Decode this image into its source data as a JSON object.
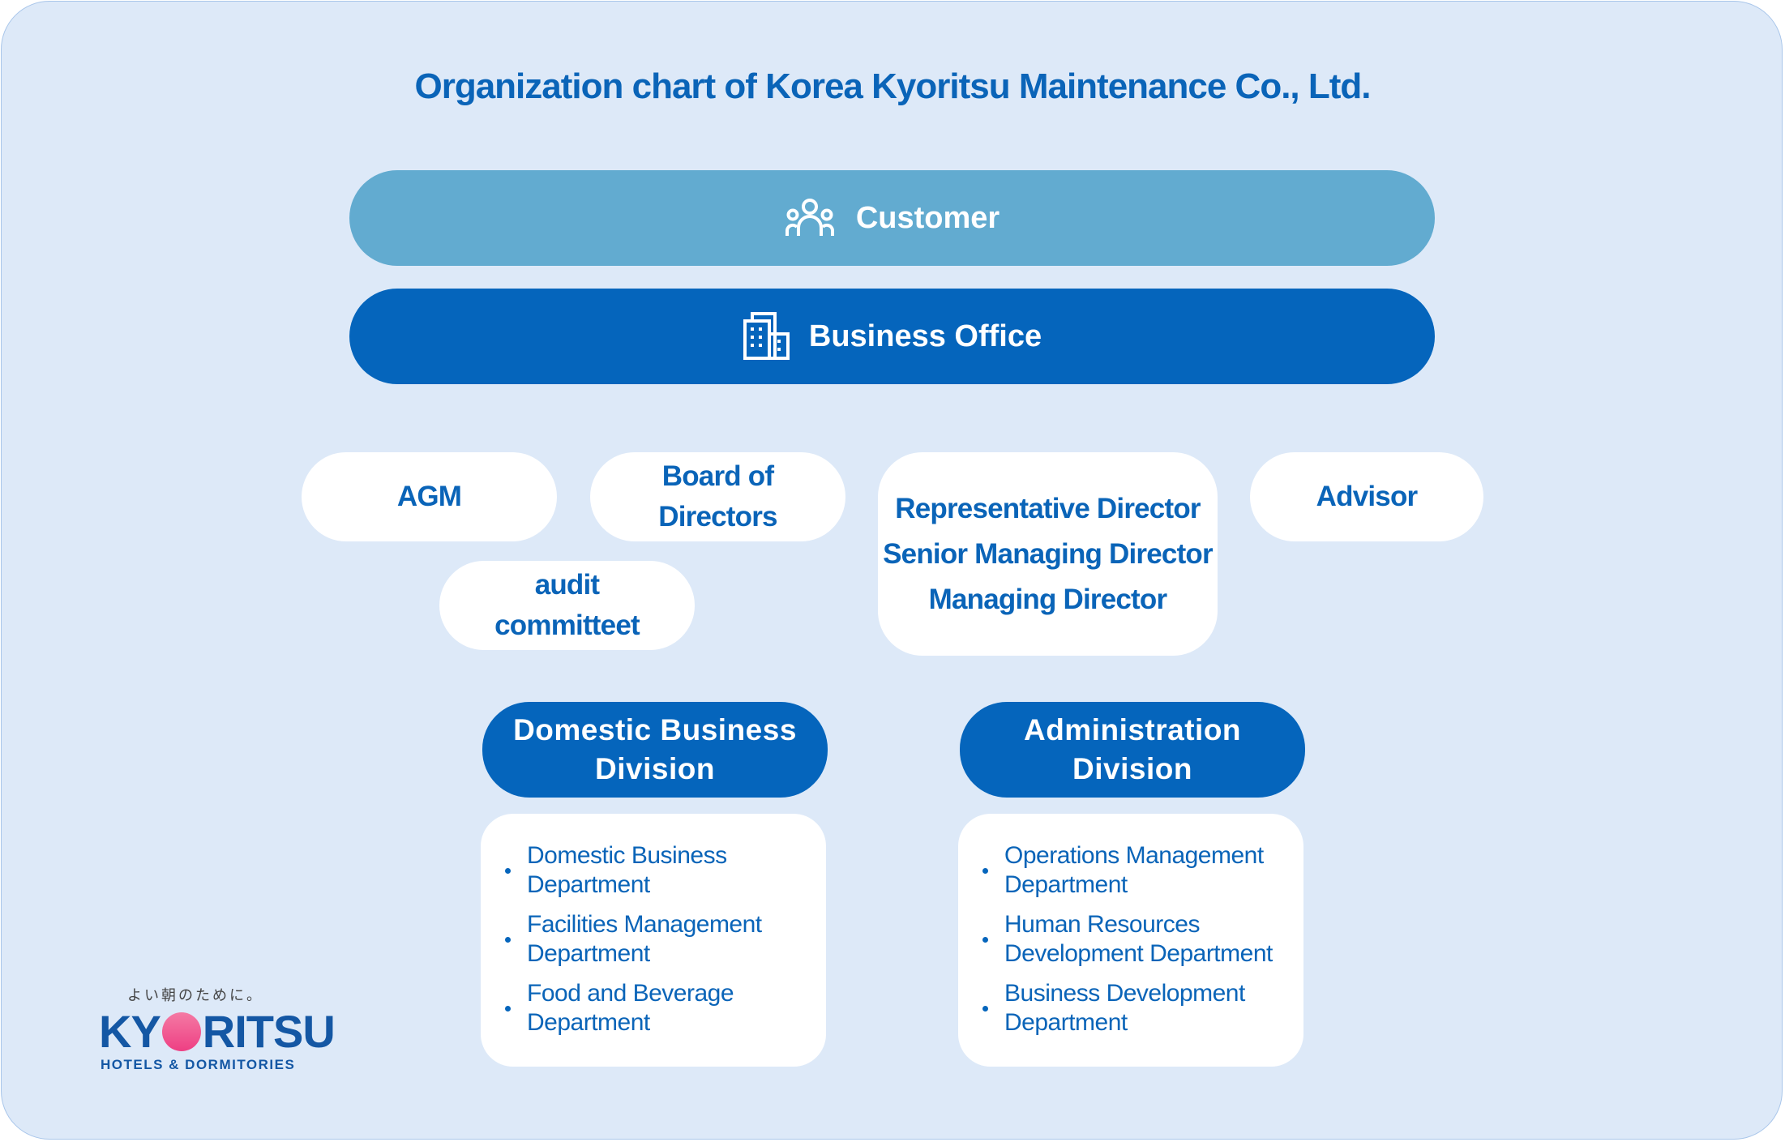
{
  "title": "Organization chart of Korea Kyoritsu Maintenance Co., Ltd.",
  "customer": {
    "label": "Customer",
    "icon": "people-icon"
  },
  "business_office": {
    "label": "Business Office",
    "icon": "building-icon"
  },
  "agm": "AGM",
  "board": {
    "line1": "Board of",
    "line2": "Directors"
  },
  "audit": {
    "line1": "audit",
    "line2": "committeet"
  },
  "directors": {
    "line1": "Representative Director",
    "line2": "Senior Managing Director",
    "line3": "Managing Director"
  },
  "advisor": "Advisor",
  "domestic_division": {
    "line1": "Domestic Business",
    "line2": "Division",
    "departments": [
      {
        "line1": "Domestic Business",
        "line2": "Department"
      },
      {
        "line1": "Facilities Management",
        "line2": "Department"
      },
      {
        "line1": "Food and Beverage",
        "line2": "Department"
      }
    ]
  },
  "admin_division": {
    "line1": "Administration",
    "line2": "Division",
    "departments": [
      {
        "line1": "Operations Management",
        "line2": "Department"
      },
      {
        "line1": "Human Resources",
        "line2": "Development Department"
      },
      {
        "line1": "Business Development",
        "line2": "Department"
      }
    ]
  },
  "logo": {
    "tagline": "よい朝のために。",
    "word_left": "KY",
    "word_right": "RITSU",
    "subtitle": "HOTELS & DORMITORIES"
  },
  "colors": {
    "background": "#dde9f8",
    "primary_blue": "#0565bc",
    "light_blue": "#62abd0",
    "text_blue": "#0a64b8",
    "logo_pink": "#ee3f83"
  }
}
